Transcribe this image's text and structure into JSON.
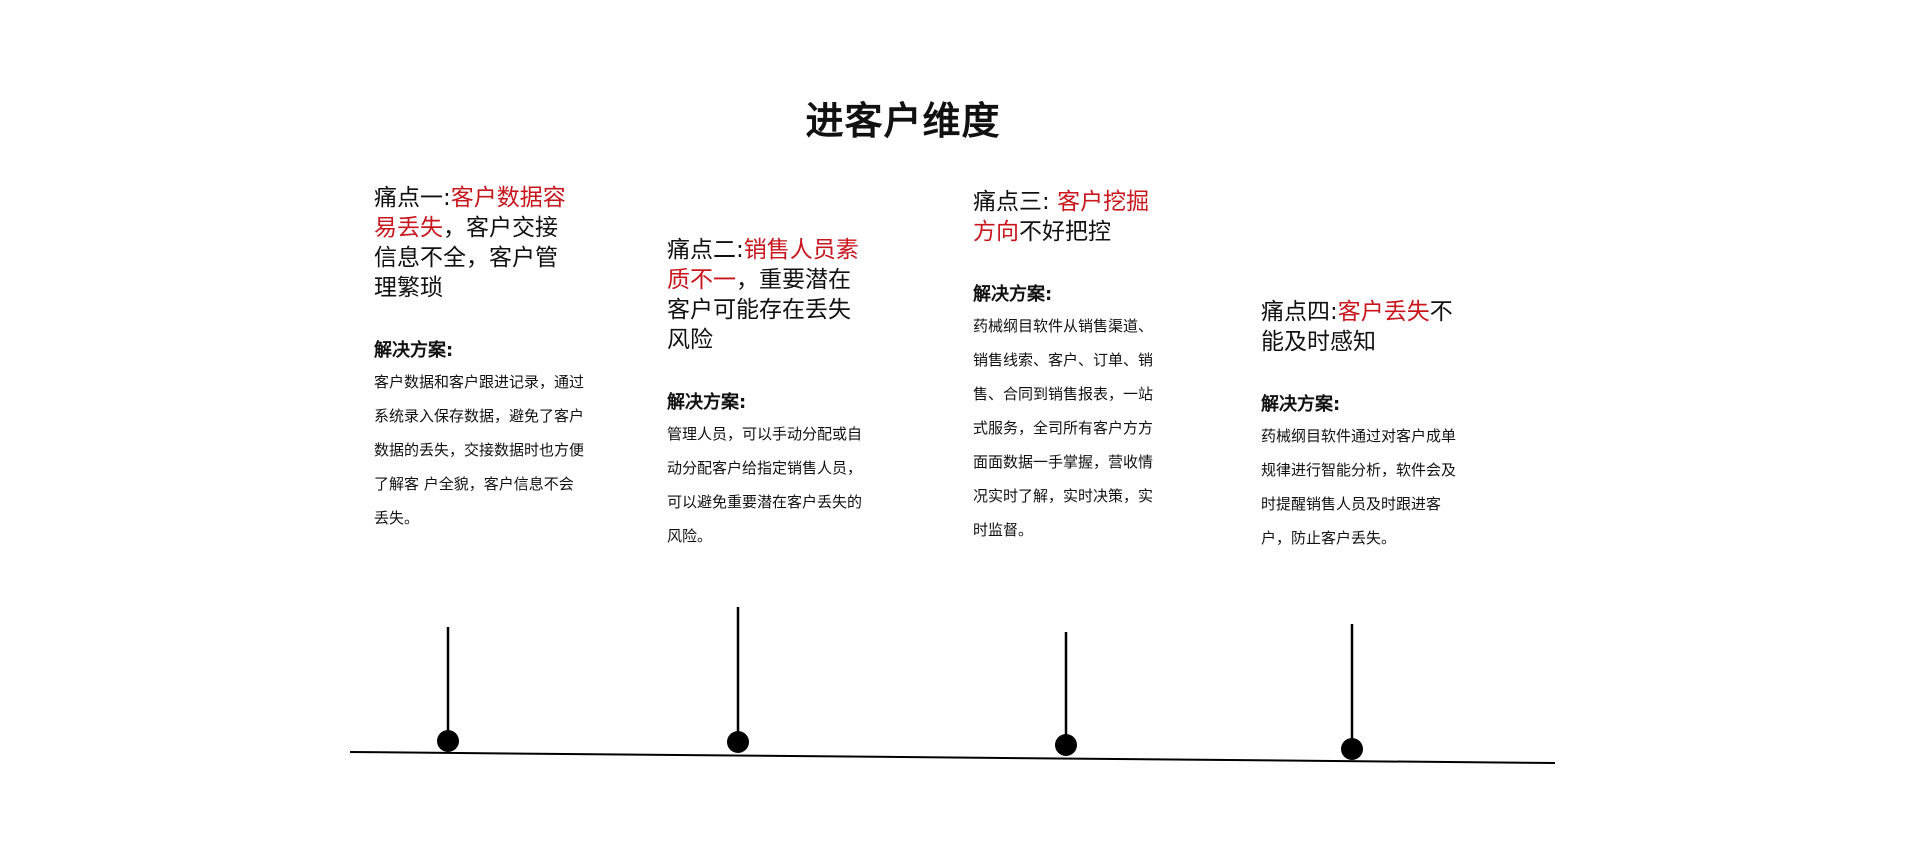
{
  "title": "进客户维度",
  "pain_points": [
    {
      "prefix": "痛点一:",
      "highlight": "客户数据容易丢失",
      "rest": "，客户交接信息不全，客户管理繁琐",
      "solution_title": "解决方案:",
      "solution_text": "客户数据和客户跟进记录，通过系统录入保存数据，避免了客户数据的丢失，交接数据时也方便了解客 户全貌，客户信息不会丢失。"
    },
    {
      "prefix": "痛点二:",
      "highlight": "销售人员素质不一",
      "rest": "，重要潜在客户可能存在丢失风险",
      "solution_title": "解决方案:",
      "solution_text": "管理人员，可以手动分配或自动分配客户给指定销售人员，可以避免重要潜在客户丢失的风险。"
    },
    {
      "prefix": "痛点三: ",
      "highlight": "客户挖掘方向",
      "rest": "不好把控",
      "solution_title": "解决方案:",
      "solution_text": "药械纲目软件从销售渠道、销售线索、客户、订单、销售、合同到销售报表，一站式服务，全司所有客户方方面面数据一手掌握，营收情况实时了解，实时决策，实时监督。"
    },
    {
      "prefix": "痛点四:",
      "highlight": "客户丢失",
      "rest": "不能及时感知",
      "solution_title": "解决方案:",
      "solution_text": "药械纲目软件通过对客户成单规律进行智能分析，软件会及时提醒销售人员及时跟进客户，防止客户丢失。"
    }
  ],
  "colors": {
    "highlight": "#c8161d",
    "text": "#111111",
    "line": "#000000"
  }
}
